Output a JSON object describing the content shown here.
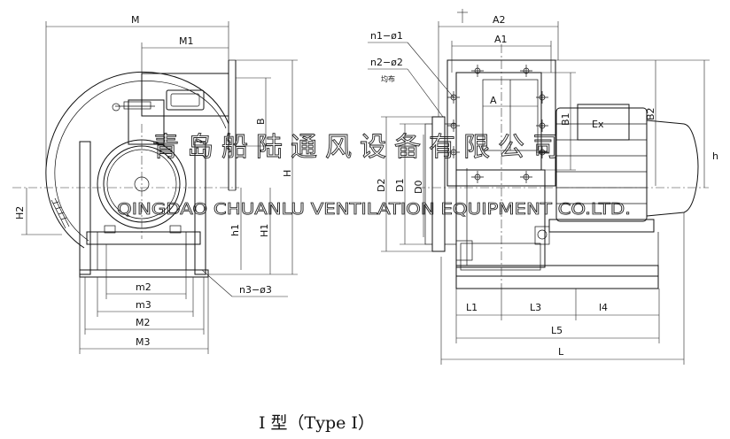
{
  "left_view": {
    "dims": {
      "M": "M",
      "M1": "M1",
      "B": "B",
      "H": "H",
      "H2": "H2",
      "h1": "h1",
      "H1": "H1",
      "m2": "m2",
      "m3": "m3",
      "M2": "M2",
      "M3": "M3",
      "n3": "n3−ø3"
    }
  },
  "right_view": {
    "dims": {
      "A2": "A2",
      "A1": "A1",
      "n1": "n1−ø1",
      "n2": "n2−ø2",
      "n2_note": "均布",
      "A": "A",
      "B1": "B1",
      "B2": "B2",
      "Ex": "Ex",
      "h": "h",
      "D2": "D2",
      "D1": "D1",
      "D0": "D0",
      "L1": "L1",
      "L3": "L3",
      "l4": "l4",
      "L5": "L5",
      "L": "L"
    }
  },
  "watermark": {
    "cn": "青岛船陆通风设备有限公司",
    "en": "QINGDAO CHUANLU VENTILATION EQUIPMENT CO.LTD."
  },
  "caption": "I 型（Type I）"
}
